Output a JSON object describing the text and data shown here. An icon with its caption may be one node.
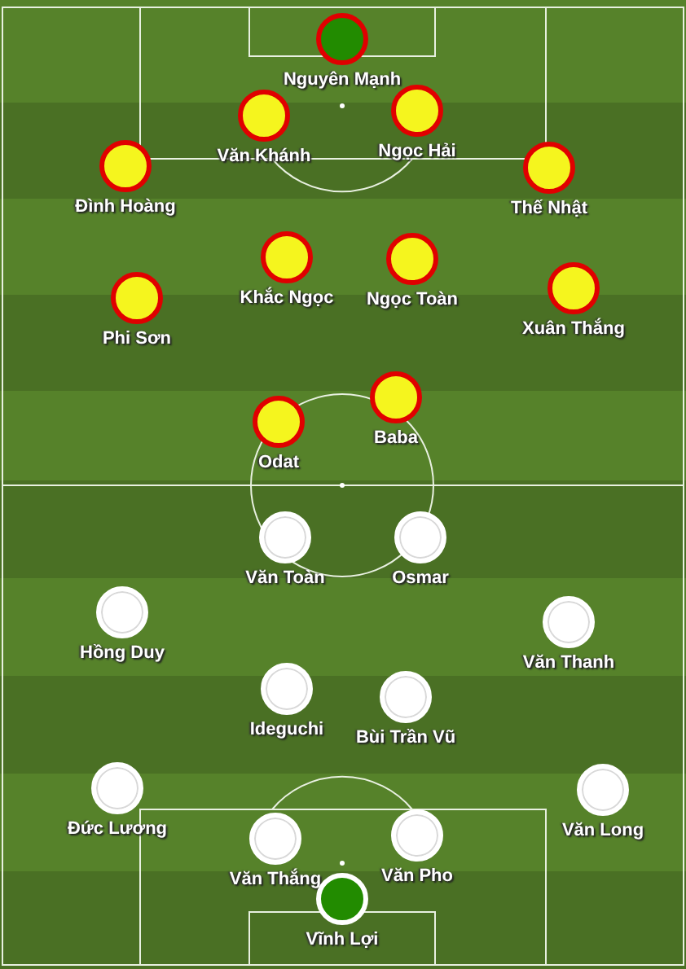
{
  "diagram": {
    "nodes": [
      {
        "text": [
          "Nguyên Mạnh"
        ]
      },
      {
        "text": [
          "Văn Khánh"
        ]
      },
      {
        "text": [
          "Ngọc Hải"
        ]
      },
      {
        "text": [
          "Đình Hoàng"
        ]
      },
      {
        "text": [
          "Thế Nhật"
        ]
      },
      {
        "text": [
          "Khắc Ngọc"
        ]
      },
      {
        "text": [
          "Ngọc Toàn"
        ]
      },
      {
        "text": [
          "Phi Sơn"
        ]
      },
      {
        "text": [
          "Xuân Thắng"
        ]
      },
      {
        "text": [
          "Odat"
        ]
      },
      {
        "text": [
          "Baba"
        ]
      },
      {
        "text": [
          "Văn Toàn"
        ]
      },
      {
        "text": [
          "Osmar"
        ]
      },
      {
        "text": [
          "Hồng Duy"
        ]
      },
      {
        "text": [
          "Văn Thanh"
        ]
      },
      {
        "text": [
          "Ideguchi"
        ]
      },
      {
        "text": [
          "Bùi Trần Vũ"
        ]
      },
      {
        "text": [
          "Đức Lương"
        ]
      },
      {
        "text": [
          "Văn Long"
        ]
      },
      {
        "text": [
          "Văn Thắng"
        ]
      },
      {
        "text": [
          "Văn Pho"
        ]
      },
      {
        "text": [
          "Vĩnh Lợi"
        ]
      }
    ]
  }
}
